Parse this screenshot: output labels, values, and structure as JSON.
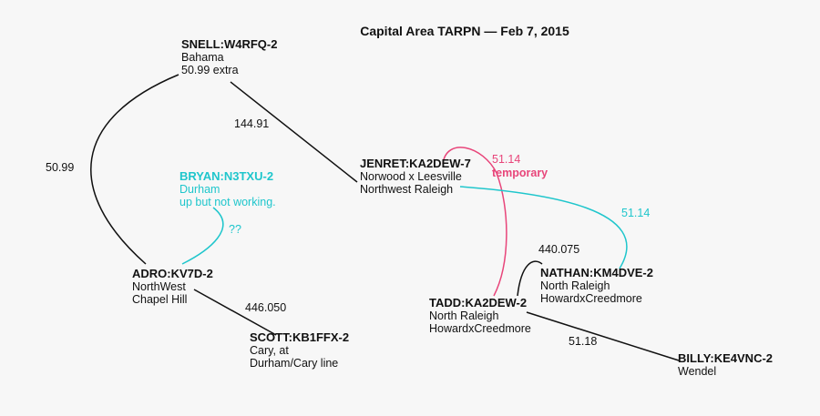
{
  "title": "Capital Area TARPN — Feb 7, 2015",
  "colors": {
    "default": "#111111",
    "cyan": "#1fc6cc",
    "pink": "#e8457a",
    "background": "#f7f7f7"
  },
  "nodes": {
    "snell": {
      "callsign": "SNELL:W4RFQ-2",
      "lines": [
        "Bahama",
        "50.99 extra"
      ]
    },
    "jenret": {
      "callsign": "JENRET:KA2DEW-7",
      "lines": [
        "Norwood x Leesville",
        "Northwest Raleigh"
      ]
    },
    "bryan": {
      "callsign": "BRYAN:N3TXU-2",
      "lines": [
        "Durham",
        "up but not working."
      ]
    },
    "adro": {
      "callsign": "ADRO:KV7D-2",
      "lines": [
        "NorthWest",
        "Chapel Hill"
      ]
    },
    "scott": {
      "callsign": "SCOTT:KB1FFX-2",
      "lines": [
        "Cary, at",
        "Durham/Cary line"
      ]
    },
    "tadd": {
      "callsign": "TADD:KA2DEW-2",
      "lines": [
        "North Raleigh",
        "HowardxCreedmore"
      ]
    },
    "nathan": {
      "callsign": "NATHAN:KM4DVE-2",
      "lines": [
        "North Raleigh",
        "HowardxCreedmore"
      ]
    },
    "billy": {
      "callsign": "BILLY:KE4VNC-2",
      "lines": [
        "Wendel"
      ]
    }
  },
  "link_labels": {
    "snell_jenret": "144.91",
    "snell_adro": "50.99",
    "bryan_adro": "??",
    "adro_scott": "446.050",
    "jenret_tadd_freq": "51.14",
    "jenret_tadd_note": "temporary",
    "jenret_nathan": "51.14",
    "tadd_nathan": "440.075",
    "tadd_billy": "51.18"
  }
}
